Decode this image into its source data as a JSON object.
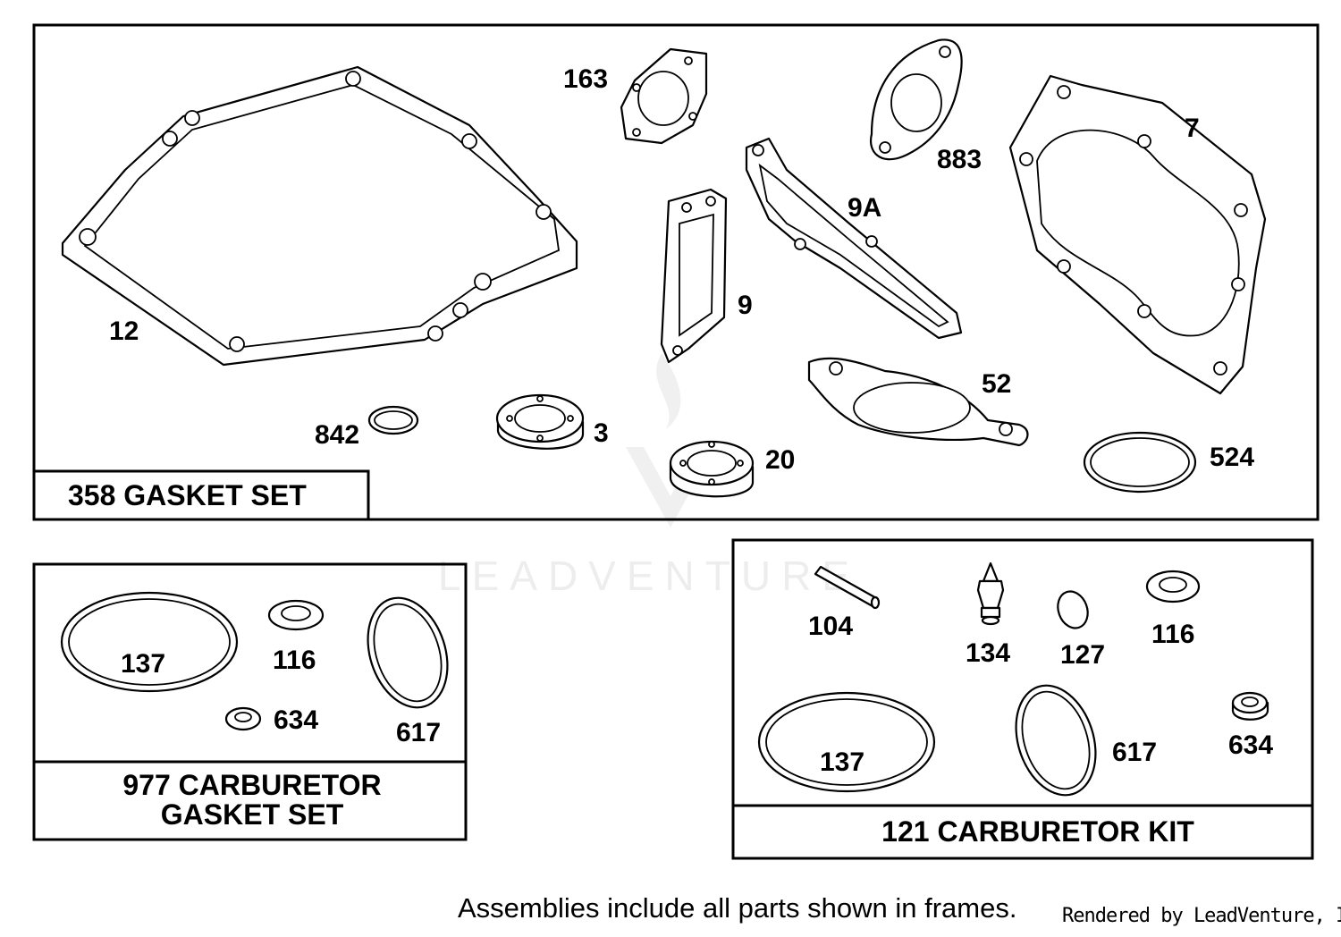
{
  "watermark": "LEADVENTURE",
  "groups": {
    "gasket_set": {
      "title": "358 GASKET SET"
    },
    "carb_gasket_set": {
      "title_line1": "977 CARBURETOR",
      "title_line2": "GASKET SET"
    },
    "carb_kit": {
      "title": "121 CARBURETOR KIT"
    }
  },
  "labels": {
    "p12": "12",
    "p163": "163",
    "p883": "883",
    "p7": "7",
    "p9a": "9A",
    "p9": "9",
    "p52": "52",
    "p842": "842",
    "p3": "3",
    "p20": "20",
    "p524": "524",
    "cg137": "137",
    "cg116": "116",
    "cg634": "634",
    "cg617": "617",
    "k104": "104",
    "k134": "134",
    "k127": "127",
    "k116": "116",
    "k137": "137",
    "k617": "617",
    "k634": "634"
  },
  "footer": {
    "note": "Assemblies include all parts shown in frames.",
    "credit": "Rendered by LeadVenture, Inc."
  }
}
